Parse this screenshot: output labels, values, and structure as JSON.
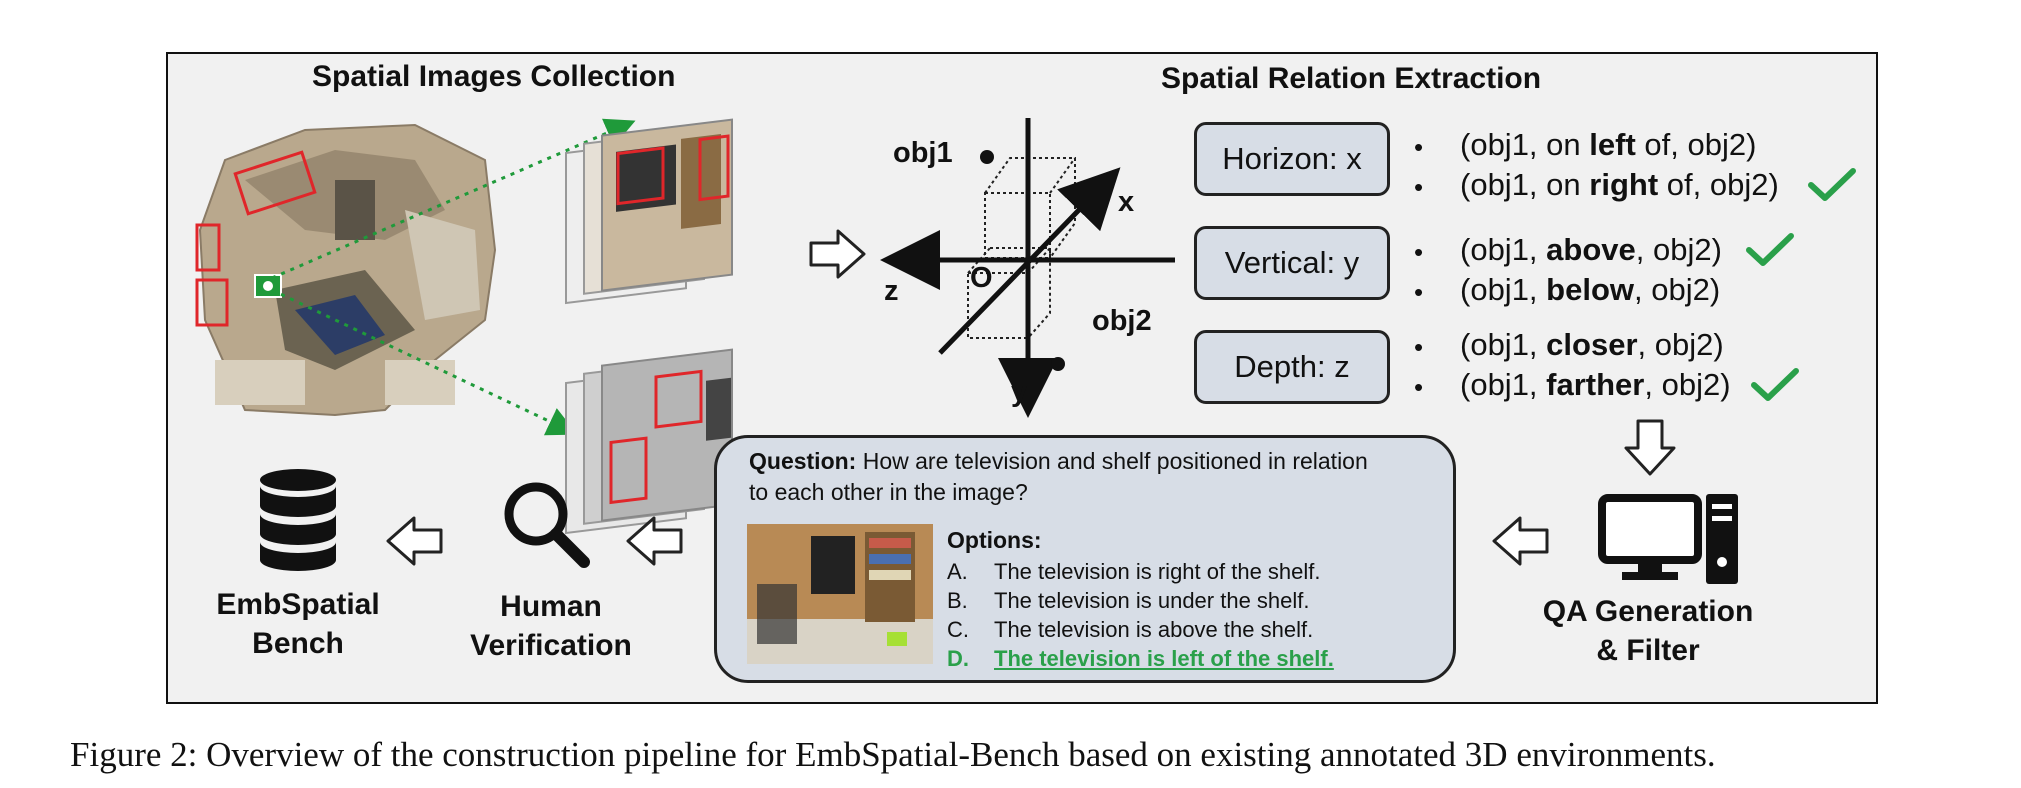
{
  "sections": {
    "collection_title": "Spatial Images Collection",
    "extraction_title": "Spatial Relation Extraction"
  },
  "axes": {
    "obj1": "obj1",
    "obj2": "obj2",
    "x": "x",
    "y": "y",
    "z": "z",
    "origin": "O"
  },
  "relations": [
    {
      "axis_label": "Horizon: x",
      "items": [
        {
          "pre": "(obj1, on ",
          "keyword": "left",
          "post": " of, obj2)",
          "checked": false
        },
        {
          "pre": "(obj1, on ",
          "keyword": "right",
          "post": " of, obj2)",
          "checked": true
        }
      ]
    },
    {
      "axis_label": "Vertical: y",
      "items": [
        {
          "pre": "(obj1, ",
          "keyword": "above",
          "post": ", obj2)",
          "checked": true
        },
        {
          "pre": "(obj1, ",
          "keyword": "below",
          "post": ", obj2)",
          "checked": false
        }
      ]
    },
    {
      "axis_label": "Depth: z",
      "items": [
        {
          "pre": "(obj1, ",
          "keyword": "closer",
          "post": ", obj2)",
          "checked": false
        },
        {
          "pre": "(obj1, ",
          "keyword": "farther",
          "post": ", obj2)",
          "checked": true
        }
      ]
    }
  ],
  "bullet_char": "•",
  "pipeline": {
    "qa_generation": [
      "QA Generation",
      "& Filter"
    ],
    "human_verification": [
      "Human",
      "Verification"
    ],
    "bench": [
      "EmbSpatial",
      "Bench"
    ]
  },
  "qa": {
    "question_label": "Question:",
    "question_text_line1": "How are television and shelf positioned in relation",
    "question_text_line2": "to each other in the image?",
    "options_label": "Options:",
    "options": [
      {
        "letter": "A.",
        "text": "The television is right of the shelf.",
        "correct": false
      },
      {
        "letter": "B.",
        "text": "The television is under the shelf.",
        "correct": false
      },
      {
        "letter": "C.",
        "text": "The television is above the shelf.",
        "correct": false
      },
      {
        "letter": "D.",
        "text": "The television is left of the shelf.",
        "correct": true
      }
    ]
  },
  "caption": "Figure 2: Overview of the construction pipeline for EmbSpatial-Bench based on existing annotated 3D environments.",
  "colors": {
    "frame_bg": "#f1f1f1",
    "box_fill": "#d7dde6",
    "check_green": "#2aa04a",
    "bbox_red": "#e0262a",
    "projection_green": "#1f9a3a"
  }
}
